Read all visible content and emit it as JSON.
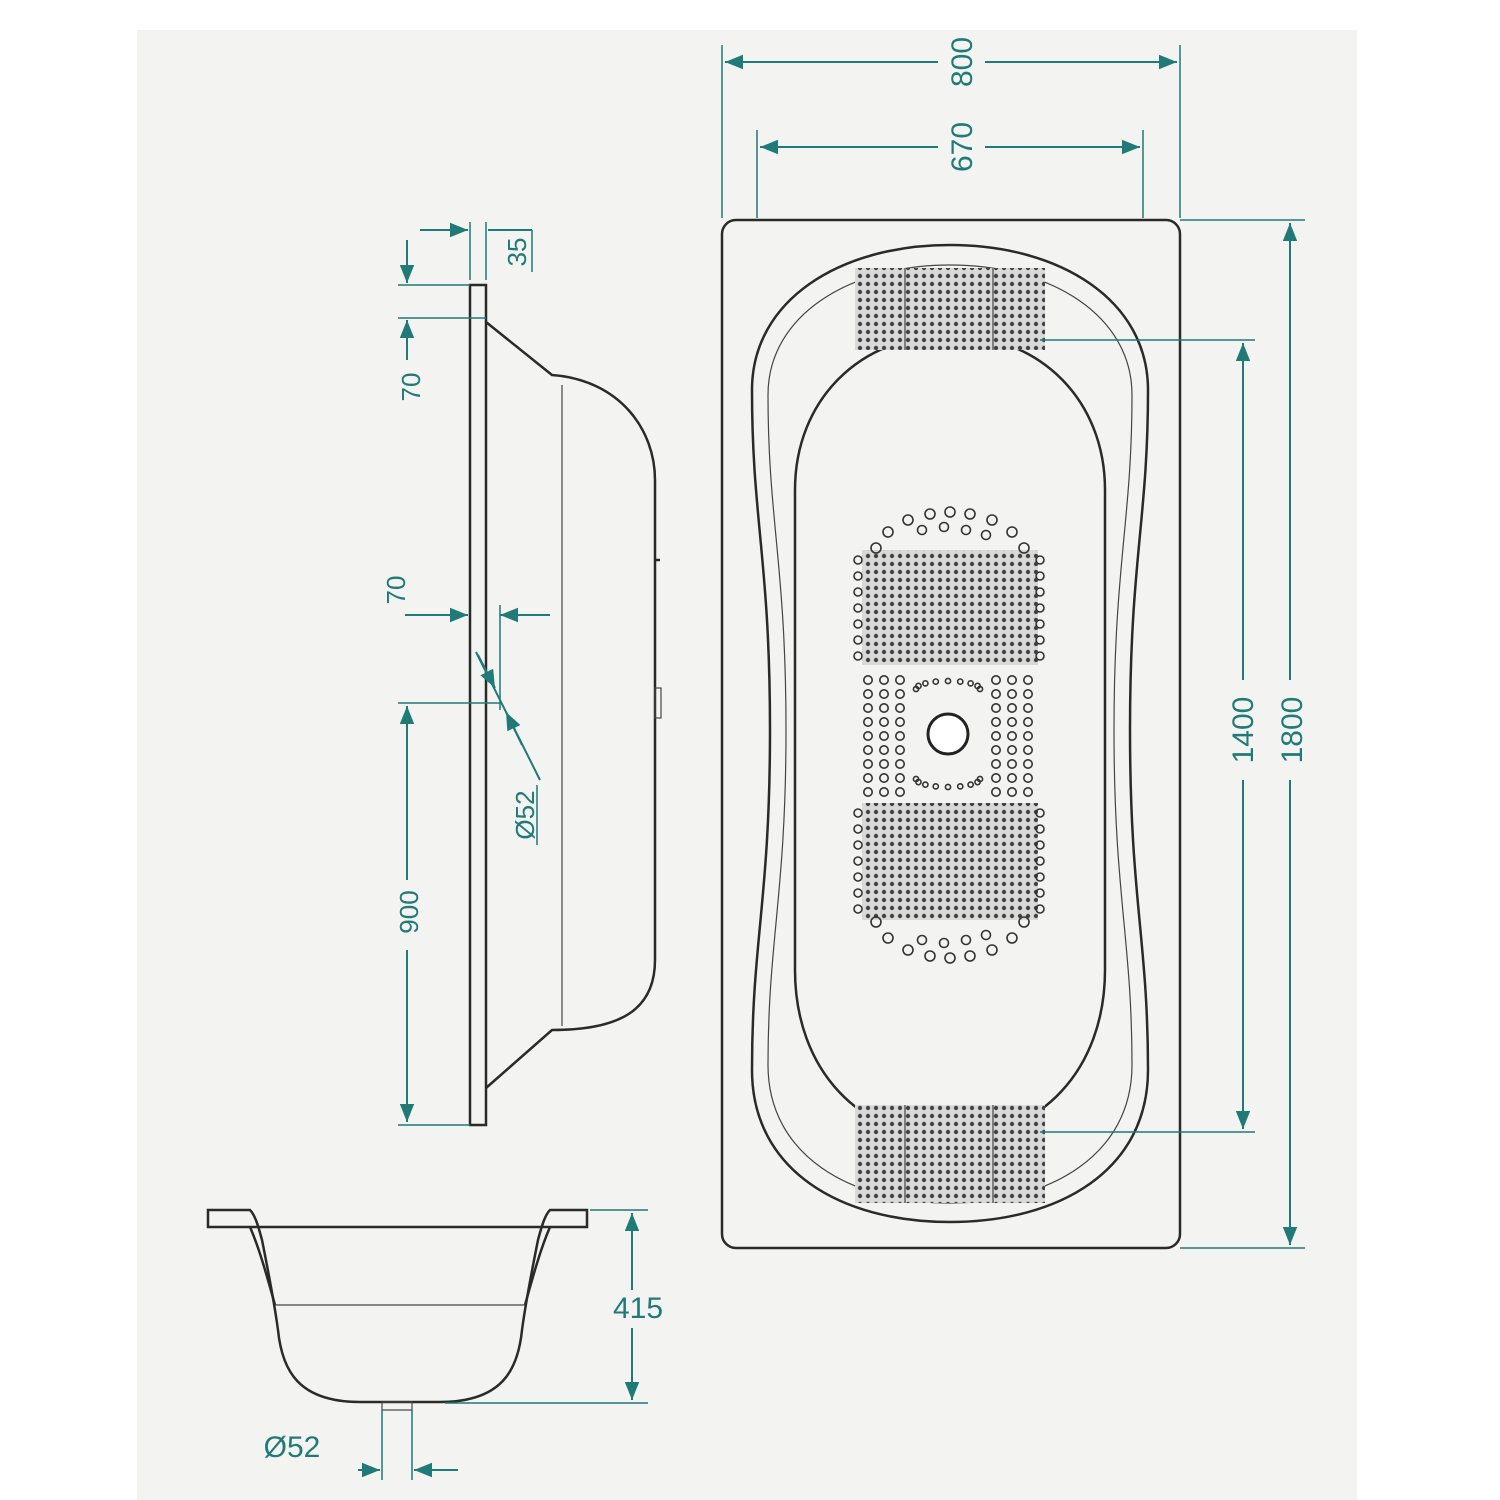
{
  "colors": {
    "background": "#f3f3f1",
    "dimension": "#1f7a78",
    "outline": "#2a2a2a"
  },
  "top_view": {
    "width_outer": "800",
    "width_inner": "670",
    "length_inner": "1400",
    "length_outer": "1800"
  },
  "side_view": {
    "rim_thickness": "35",
    "rim_to_shoulder": "70",
    "drain_offset": "70",
    "drain_diameter": "Ø52",
    "drain_to_end": "900"
  },
  "end_view": {
    "depth": "415",
    "drain_diameter": "Ø52"
  }
}
